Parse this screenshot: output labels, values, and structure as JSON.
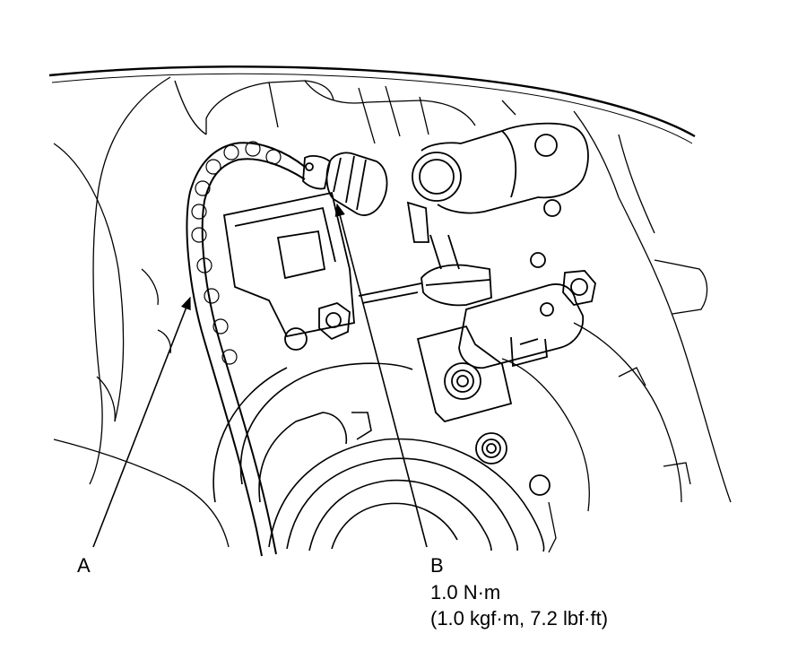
{
  "callouts": {
    "a": {
      "letter": "A"
    },
    "b": {
      "letter": "B",
      "torque_metric": "1.0 N·m",
      "torque_imperial": "(1.0 kgf·m, 7.2 lbf·ft)"
    }
  },
  "colors": {
    "ink": "#000000",
    "paper": "#ffffff"
  }
}
